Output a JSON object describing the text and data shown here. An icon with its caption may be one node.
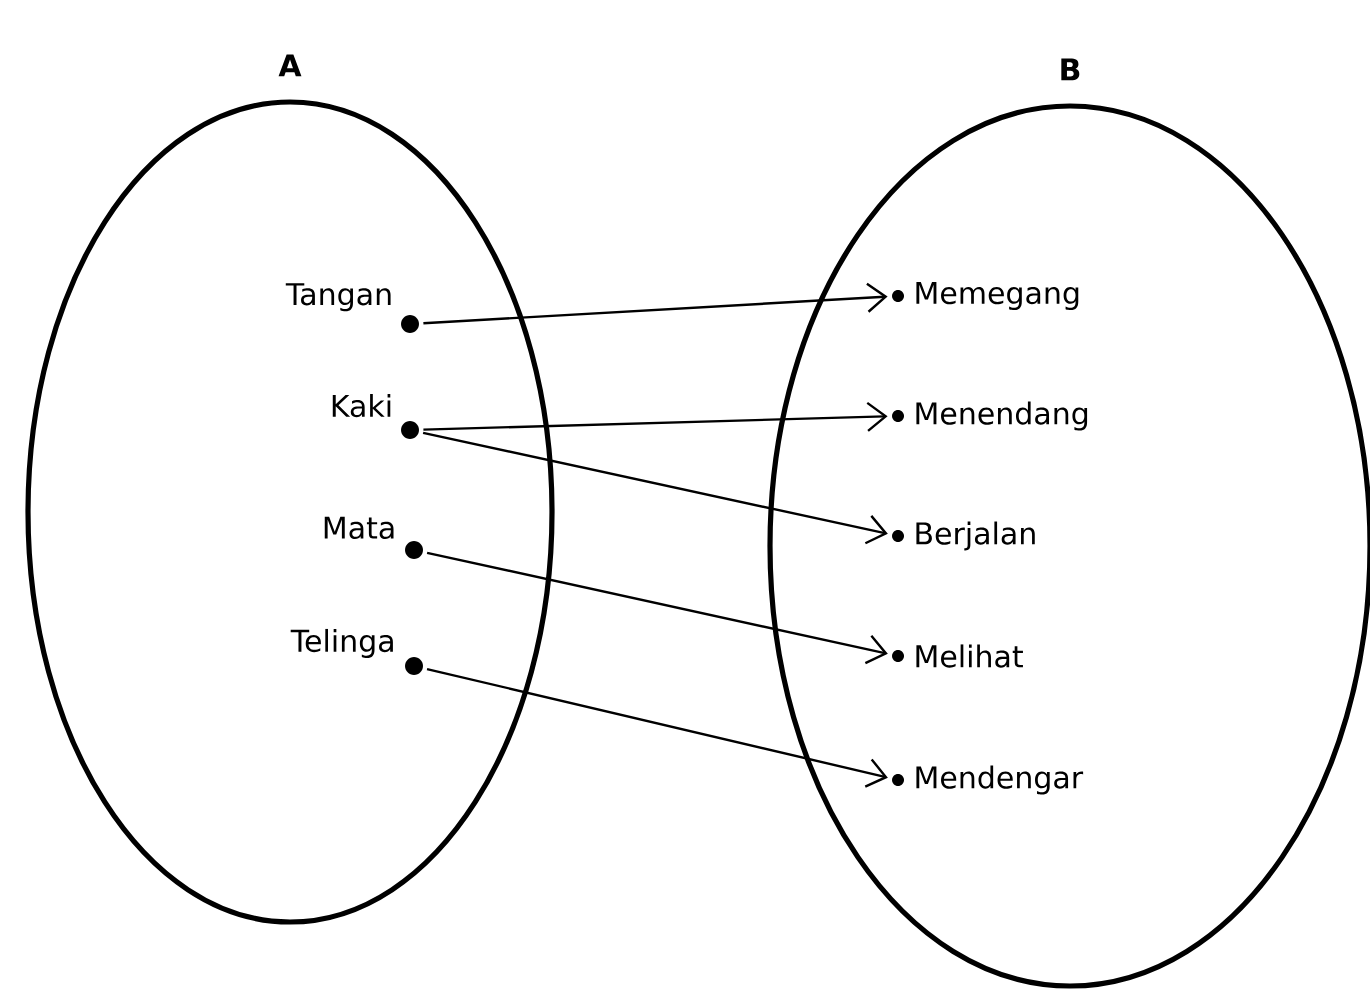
{
  "diagram": {
    "nodes": [
      {
        "text": [
          "A"
        ]
      },
      {
        "text": [
          "B"
        ]
      },
      {
        "text": [
          "Tangan"
        ],
        "in": 0
      },
      {
        "text": [
          "Kaki"
        ],
        "in": 0
      },
      {
        "text": [
          "Mata"
        ],
        "in": 0
      },
      {
        "text": [
          "Telinga"
        ],
        "in": 0
      },
      {
        "text": [
          "Memegang"
        ],
        "in": 1
      },
      {
        "text": [
          "Menendang"
        ],
        "in": 1
      },
      {
        "text": [
          "Berjalan"
        ],
        "in": 1
      },
      {
        "text": [
          "Melihat"
        ],
        "in": 1
      },
      {
        "text": [
          "Mendengar"
        ],
        "in": 1
      }
    ],
    "edges": [
      {
        "from": 2,
        "to": 6,
        "arrow": "to"
      },
      {
        "from": 3,
        "to": 7,
        "arrow": "to"
      },
      {
        "from": 3,
        "to": 8,
        "arrow": "to"
      },
      {
        "from": 4,
        "to": 9,
        "arrow": "to"
      },
      {
        "from": 5,
        "to": 10,
        "arrow": "to"
      }
    ]
  }
}
